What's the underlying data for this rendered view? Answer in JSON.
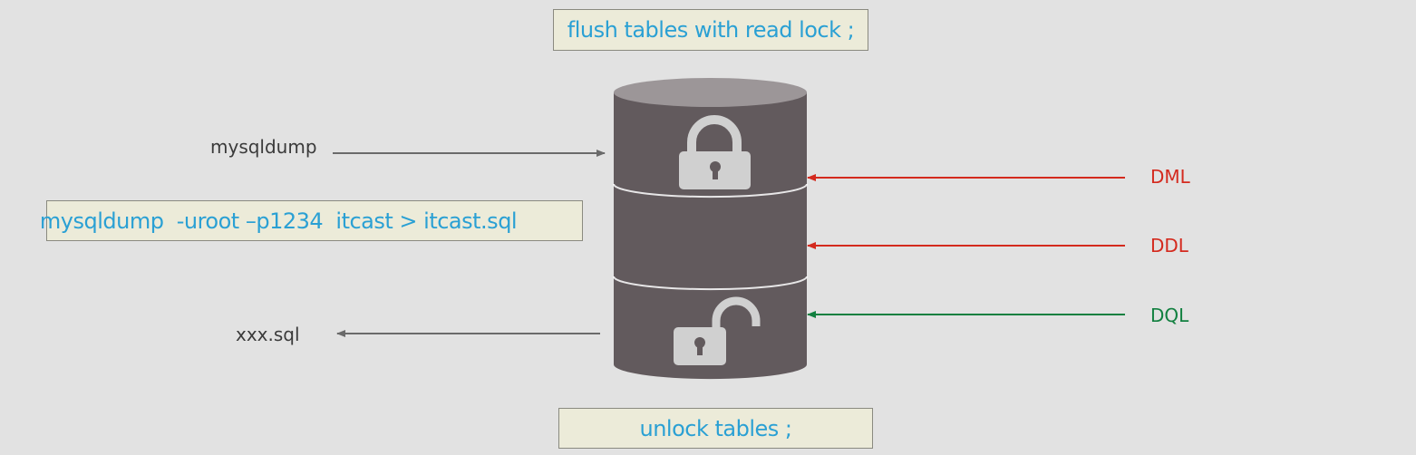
{
  "commands": {
    "flush": "flush tables with read lock ;",
    "dump": "mysqldump  -uroot –p1234  itcast > itcast.sql",
    "unlock": "unlock tables ;"
  },
  "labels": {
    "mysqldump": "mysqldump",
    "output_file": "xxx.sql"
  },
  "operations": [
    {
      "label": "DML",
      "color": "#d42a1e",
      "status": "blocked"
    },
    {
      "label": "DDL",
      "color": "#d42a1e",
      "status": "blocked"
    },
    {
      "label": "DQL",
      "color": "#128040",
      "status": "allowed"
    }
  ],
  "icons": {
    "top_lock": "lock-closed-icon",
    "bottom_lock": "lock-open-icon",
    "database": "database-cylinder-icon"
  },
  "colors": {
    "background": "#e2e2e2",
    "code_box_bg": "#ecebd9",
    "code_text": "#2aa0d4",
    "cylinder_body": "#625a5d",
    "cylinder_top": "#9c9698",
    "lock_fill": "#d0d0d0",
    "arrow_gray": "#6a6a6a"
  }
}
